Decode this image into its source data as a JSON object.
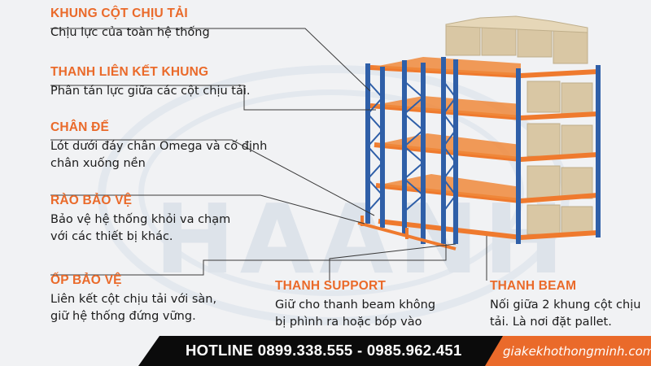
{
  "watermark": "HAANH",
  "colors": {
    "accent": "#ea6a2a",
    "rack_blue": "#2f5fa8",
    "beam_orange": "#ef7a2e",
    "box": "#d9c7a4",
    "bar": "#0b0b0b"
  },
  "labels": [
    {
      "id": "khung-cot",
      "title": "KHUNG CỘT CHỊU TẢI",
      "desc": [
        "Chịu lực của toàn hệ thống"
      ]
    },
    {
      "id": "thanh-lien-ket",
      "title": "THANH LIÊN KẾT KHUNG",
      "desc": [
        "Phân tán lực giữa các cột chịu tải."
      ]
    },
    {
      "id": "chan-de",
      "title": "CHÂN ĐẾ",
      "desc": [
        "Lót dưới đáy chân Omega và cố định",
        "chân xuống nền"
      ]
    },
    {
      "id": "rao-bao-ve",
      "title": "RÀO BẢO VỆ",
      "desc": [
        "Bảo vệ hệ thống khỏi va chạm",
        "với các thiết bị khác."
      ]
    },
    {
      "id": "op-bao-ve",
      "title": "ỐP BẢO VỆ",
      "desc": [
        "Liên kết cột chịu tải với sàn,",
        "giữ hệ thống đứng vững."
      ]
    },
    {
      "id": "thanh-support",
      "title": "THANH SUPPORT",
      "desc": [
        "Giữ cho thanh beam không",
        "bị phình ra hoặc bóp vào"
      ]
    },
    {
      "id": "thanh-beam",
      "title": "THANH BEAM",
      "desc": [
        "Nối giữa 2 khung cột chịu",
        "tải. Là nơi đặt pallet."
      ]
    }
  ],
  "footer": {
    "hotline": "HOTLINE 0899.338.555 - 0985.962.451",
    "website": "giakekhothongminh.com"
  }
}
